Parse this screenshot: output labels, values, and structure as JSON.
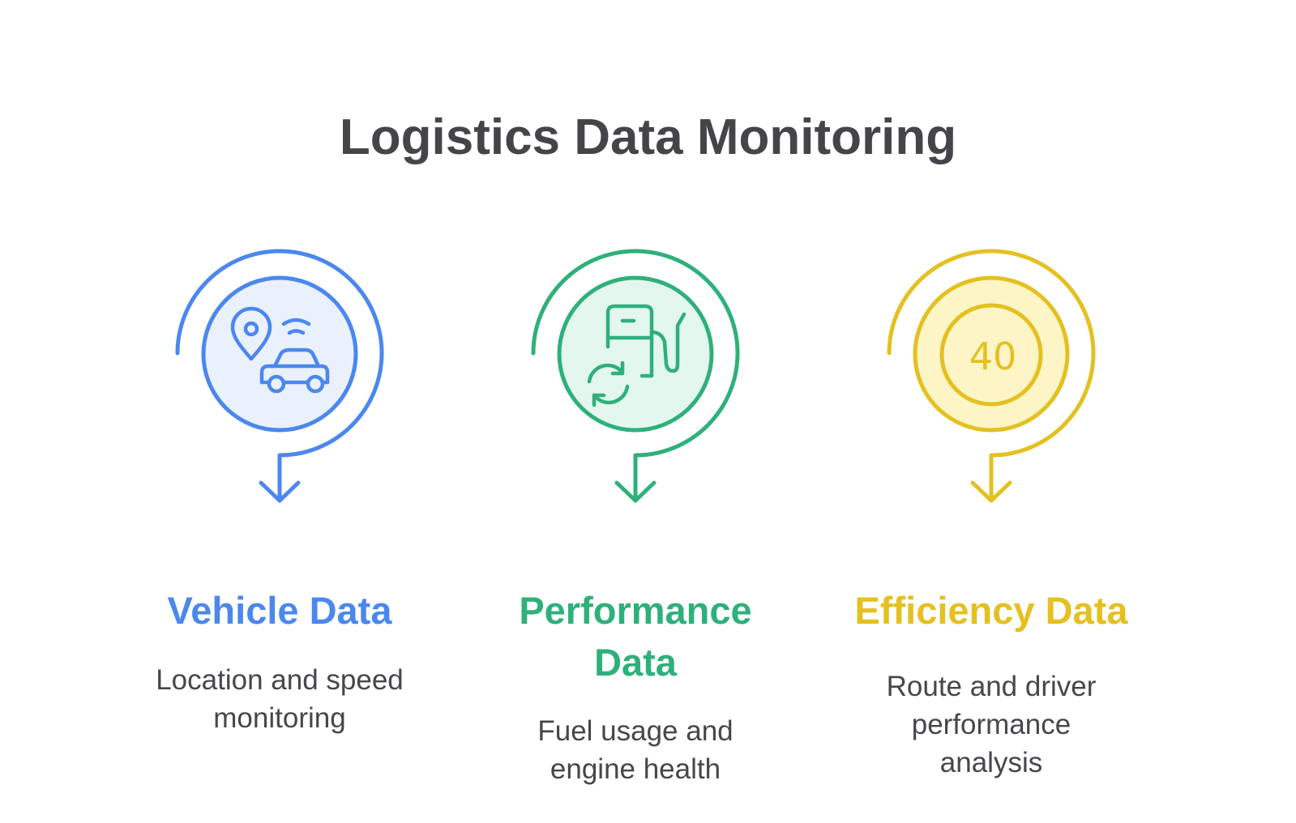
{
  "title": "Logistics Data Monitoring",
  "colors": {
    "title": "#454549",
    "vehicle": "#4b87ee",
    "vehicle_fill": "#eaf1fd",
    "performance": "#2fb07a",
    "performance_fill": "#e4f7ef",
    "efficiency": "#e4c020",
    "efficiency_fill": "#fdf5c6"
  },
  "cards": [
    {
      "title": "Vehicle Data",
      "description_lines": [
        "Location and speed",
        "monitoring"
      ],
      "icon": "location-car-icon"
    },
    {
      "title_lines": [
        "Performance",
        "Data"
      ],
      "description_lines": [
        "Fuel usage and",
        "engine health"
      ],
      "icon": "fuel-pump-refresh-icon"
    },
    {
      "title": "Efficiency Data",
      "description_lines": [
        "Route and driver",
        "performance",
        "analysis"
      ],
      "icon": "speed-40-icon",
      "icon_text": "40"
    }
  ]
}
